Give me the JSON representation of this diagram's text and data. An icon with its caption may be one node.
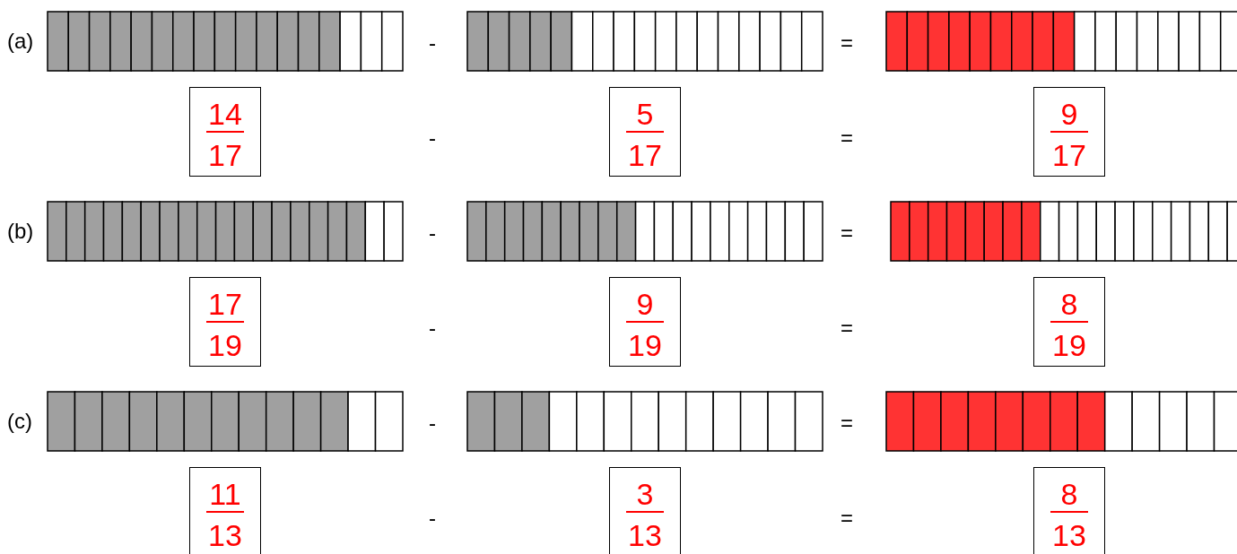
{
  "diagram": {
    "nodes": [
      {
        "text": [
          "14",
          "17"
        ]
      },
      {
        "text": [
          "5",
          "17"
        ]
      },
      {
        "text": [
          "9",
          "17"
        ]
      },
      {
        "text": [
          "17",
          "19"
        ]
      },
      {
        "text": [
          "9",
          "19"
        ]
      },
      {
        "text": [
          "8",
          "19"
        ]
      },
      {
        "text": [
          "11",
          "13"
        ]
      },
      {
        "text": [
          "3",
          "13"
        ]
      },
      {
        "text": [
          "8",
          "13"
        ]
      }
    ],
    "labels": [
      "(a)",
      "-",
      "=",
      "-",
      "=",
      "(b)",
      "-",
      "=",
      "-",
      "=",
      "(c)",
      "-",
      "=",
      "-",
      "="
    ]
  }
}
